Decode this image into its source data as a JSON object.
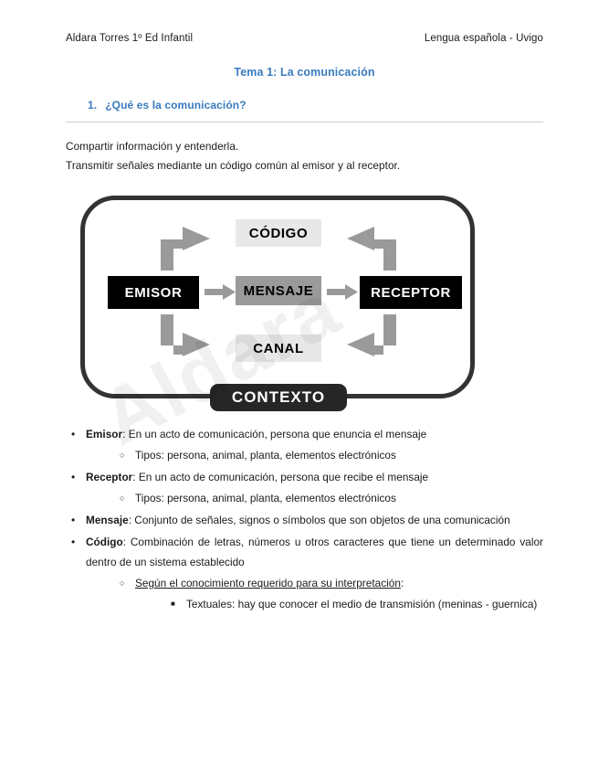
{
  "watermark": {
    "text": "Aldara"
  },
  "header": {
    "left": "Aldara Torres 1º Ed Infantil",
    "right": "Lengua española - Uvigo"
  },
  "doc": {
    "title": "Tema 1: La comunicación",
    "accent_color": "#3a7bbf"
  },
  "section": {
    "number": "1.",
    "title": "¿Qué es la comunicación?"
  },
  "intro": {
    "line1": "Compartir información y entenderla.",
    "line2": "Transmitir señales mediante un código común al emisor y al receptor."
  },
  "diagram": {
    "name": "modelo-de-comunicacion",
    "nodes": {
      "emisor": "EMISOR",
      "mensaje": "MENSAJE",
      "receptor": "RECEPTOR",
      "codigo": "CÓDIGO",
      "canal": "CANAL",
      "contexto": "CONTEXTO"
    },
    "colors": {
      "dark_fill": "#000000",
      "mid_fill": "#9a9a9a",
      "light_fill": "#e8e8e8",
      "arrow_fill": "#9a9a9a",
      "frame_stroke": "#333333",
      "contexto_fill": "#262626"
    }
  },
  "bullets": [
    {
      "lead": "Emisor",
      "text": ": En un acto de comunicación, persona que enuncia el mensaje",
      "justify": false,
      "sub": [
        {
          "text": "Tipos: persona, animal, planta, elementos electrónicos"
        }
      ]
    },
    {
      "lead": "Receptor",
      "text": ": En un acto de comunicación, persona que recibe el mensaje",
      "justify": false,
      "sub": [
        {
          "text": "Tipos: persona, animal, planta, elementos electrónicos"
        }
      ]
    },
    {
      "lead": "Mensaje",
      "text": ": Conjunto de señales, signos o símbolos que son objetos de una comunicación",
      "justify": true,
      "sub": []
    },
    {
      "lead": "Código",
      "text": ": Combinación de letras, números u otros caracteres que tiene un determinado valor dentro de un sistema establecido",
      "justify": true,
      "sub": [
        {
          "underlined": "Según el conocimiento requerido para su interpretación",
          "tail": ":",
          "sub": [
            {
              "text": "Textuales: hay que conocer el medio de transmisión (meninas - guernica)"
            }
          ]
        }
      ]
    }
  ]
}
